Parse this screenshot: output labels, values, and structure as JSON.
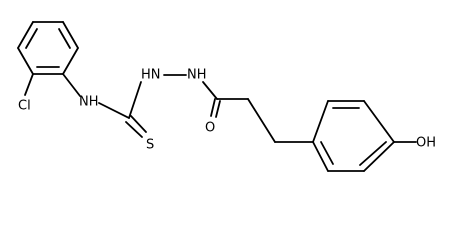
{
  "molecule": {
    "labels": {
      "cl": "Cl",
      "nh_aryl": "NH",
      "hn_hydrazine": "HN",
      "nh_hydrazine": "NH",
      "sulfur": "S",
      "oxygen": "O",
      "hydroxyl": "OH"
    }
  }
}
